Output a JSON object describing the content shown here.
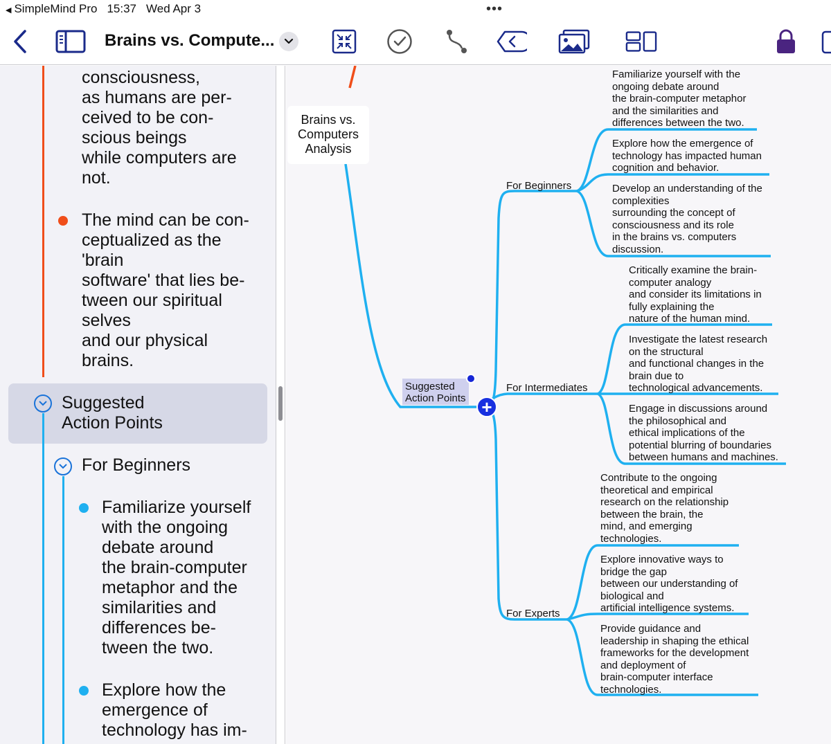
{
  "status_bar": {
    "back_app": "SimpleMind Pro",
    "time": "15:37",
    "date": "Wed Apr 3",
    "dots": "•••"
  },
  "toolbar": {
    "title": "Brains vs. Compute...",
    "icons": [
      "back-chevron-icon",
      "sidebar-icon",
      "title-menu-chevron-icon",
      "collapse-arrows-icon",
      "checkmark-icon",
      "relation-connector-icon",
      "circle-back-icon",
      "image-gallery-icon",
      "layout-icon",
      "lock-icon"
    ]
  },
  "colors": {
    "accent": "#1a2a8a",
    "orange_branch": "#f04e1a",
    "blue_branch": "#1fb0f0",
    "selection": "#cfd0ee"
  },
  "outline": {
    "para1": [
      "consciousness,",
      "as humans are per-",
      "ceived to be con-",
      "scious beings",
      "while computers are",
      "not."
    ],
    "para2": [
      "The mind can be con-",
      "ceptualized as the",
      "'brain",
      "software' that lies be-",
      "tween our spiritual",
      "selves",
      "and our physical",
      "brains."
    ],
    "selected": [
      "Suggested",
      "Action Points"
    ],
    "sub_topic": "For Beginners",
    "item1": [
      "Familiarize yourself",
      "with the ongoing",
      "debate around",
      "the brain-computer",
      "metaphor and the",
      "similarities and",
      "differences be-",
      "tween the two."
    ],
    "item2": [
      "Explore how the",
      "emergence of",
      "technology has im-"
    ]
  },
  "map": {
    "root": [
      "Brains vs.",
      "Computers",
      "Analysis"
    ],
    "suggested": [
      "Suggested",
      "Action Points"
    ],
    "add_label": "+",
    "branches": {
      "beginners": "For Beginners",
      "intermediates": "For Intermediates",
      "experts": "For Experts"
    },
    "leaves": {
      "b1": [
        "Familiarize yourself with the",
        "ongoing debate around",
        "the brain-computer metaphor",
        "and the similarities and",
        "differences between the two."
      ],
      "b2": [
        "Explore how the emergence of",
        "technology has impacted human",
        "cognition and behavior."
      ],
      "b3": [
        "Develop an understanding of the",
        "complexities",
        "surrounding the concept of",
        "consciousness and its role",
        "in the brains vs. computers",
        "discussion."
      ],
      "i1": [
        "Critically examine the brain-",
        "computer analogy",
        "and consider its limitations in",
        "fully explaining the",
        "nature of the human mind."
      ],
      "i2": [
        "Investigate the latest research",
        "on the structural",
        "and functional changes in the",
        "brain due to",
        "technological advancements."
      ],
      "i3": [
        "Engage in discussions around",
        "the philosophical and",
        "ethical implications of the",
        "potential blurring of boundaries",
        "between humans and machines."
      ],
      "e1": [
        "Contribute to the ongoing",
        "theoretical and empirical",
        "research on the relationship",
        "between the brain, the",
        "mind, and emerging",
        "technologies."
      ],
      "e2": [
        "Explore innovative ways to",
        "bridge the gap",
        "between our understanding of",
        "biological and",
        "artificial intelligence systems."
      ],
      "e3": [
        "Provide guidance and",
        "leadership in shaping the ethical",
        "frameworks for the development",
        "and deployment of",
        "brain-computer interface",
        "technologies."
      ]
    }
  }
}
